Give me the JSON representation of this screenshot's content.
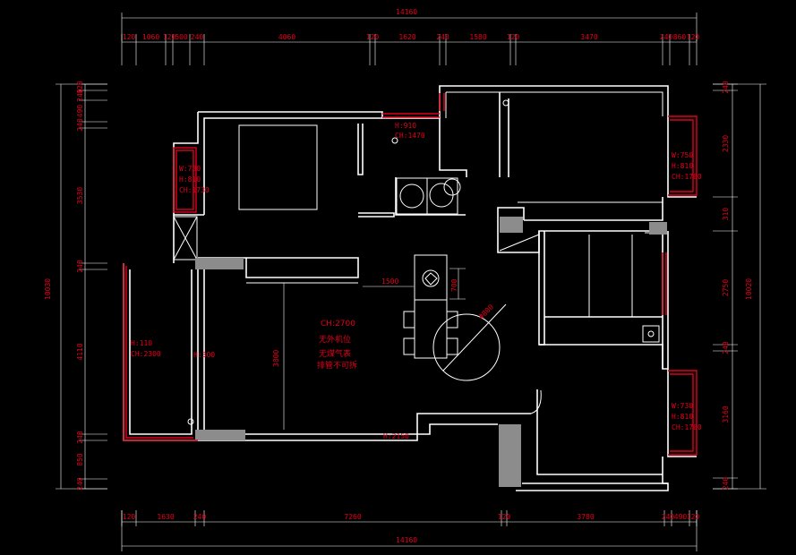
{
  "dimensions": {
    "top_total": "14160",
    "bottom_total": "14160",
    "left_total": "10030",
    "right_total": "10020",
    "top_segments": [
      "120",
      "1060",
      "120",
      "500",
      "240",
      "4060",
      "120",
      "1620",
      "240",
      "1580",
      "120",
      "3470",
      "240",
      "860",
      "120"
    ],
    "bottom_segments": [
      "120",
      "1630",
      "240",
      "7260",
      "120",
      "3780",
      "240",
      "490",
      "120"
    ],
    "left_segments": [
      "120",
      "240",
      "490",
      "240",
      "3530",
      "240",
      "4110",
      "240",
      "850",
      "240"
    ],
    "right_segments": [
      "240",
      "2330",
      "310",
      "2750",
      "240",
      "3160",
      "240"
    ]
  },
  "annotations": {
    "bath_window": "H:910\nCH:1470",
    "left_window": "W:730\nH:810\nCH:1730",
    "balcony": "H:110\nCH:2300",
    "wall_h": "H:300",
    "ceiling": "CH:2700",
    "no_ac": "无外机位",
    "no_gas": "无煤气表",
    "water_pipe": "排管不可拆",
    "dim_3800": "3800",
    "dim_1500": "1500",
    "dim_700": "700",
    "table_dim": "Φ800",
    "floor_h": "H:2150",
    "right_window_top": "W:750\nH:810\nCH:1780",
    "right_window_bottom": "W:730\nH:810\nCH:1780"
  }
}
